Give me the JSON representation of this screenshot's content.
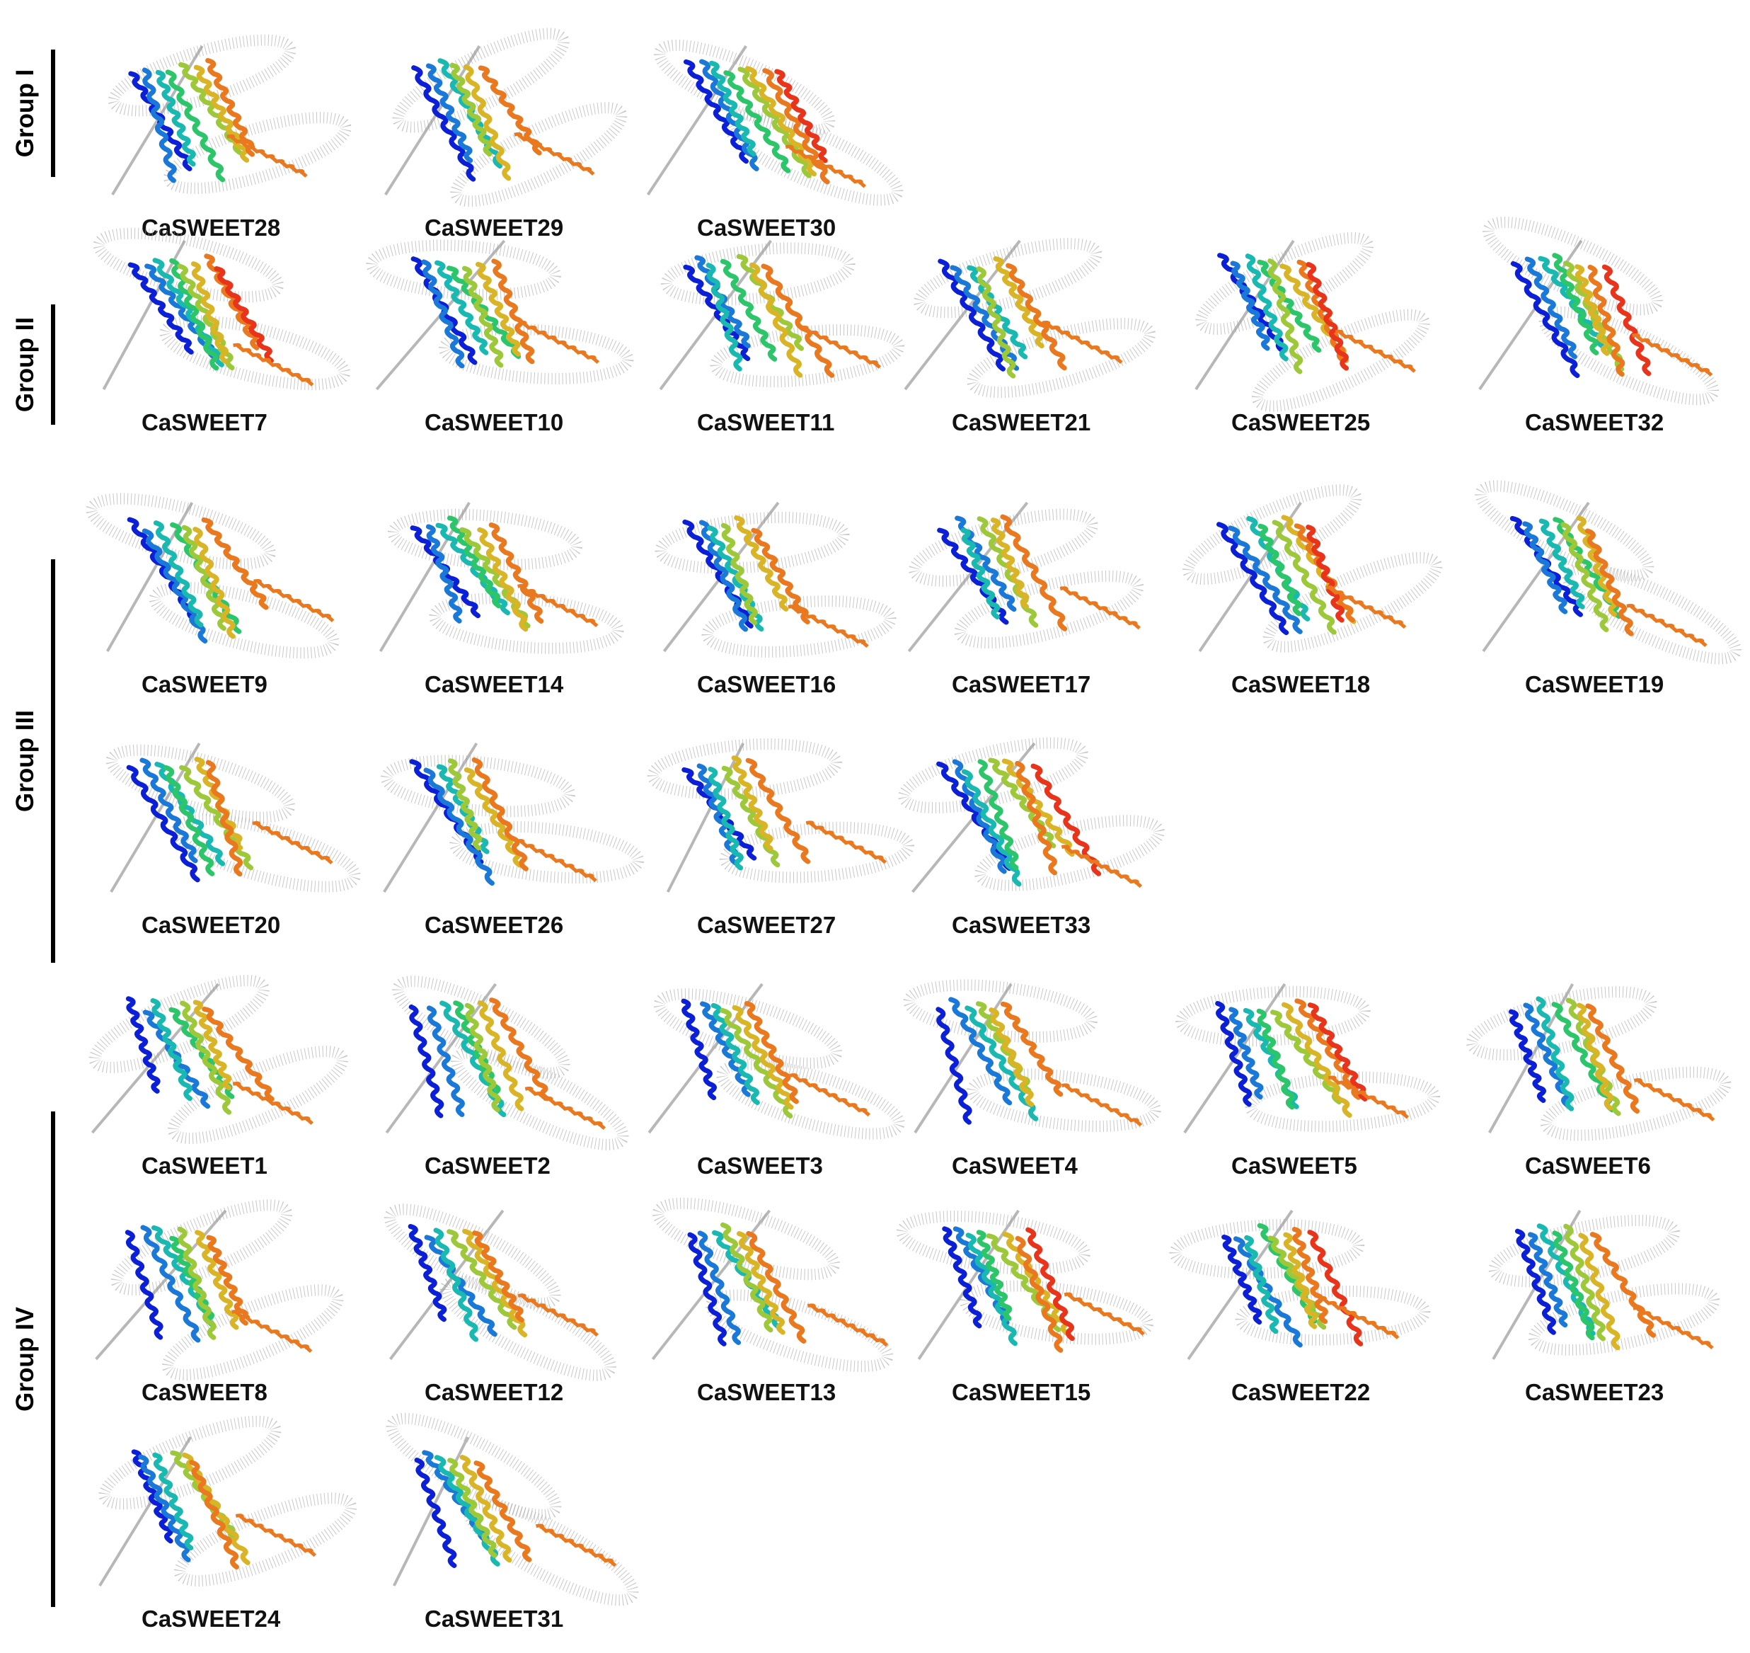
{
  "figure": {
    "groups": [
      {
        "id": "group-1",
        "label": "Group I",
        "rows": [
          [
            "CaSWEET28",
            "CaSWEET29",
            "CaSWEET30"
          ]
        ]
      },
      {
        "id": "group-2",
        "label": "Group II",
        "rows": [
          [
            "CaSWEET7",
            "CaSWEET10",
            "CaSWEET11",
            "CaSWEET21",
            "CaSWEET25",
            "CaSWEET32"
          ]
        ]
      },
      {
        "id": "group-3",
        "label": "Group III",
        "rows": [
          [
            "CaSWEET9",
            "CaSWEET14",
            "CaSWEET16",
            "CaSWEET17",
            "CaSWEET18",
            "CaSWEET19"
          ],
          [
            "CaSWEET20",
            "CaSWEET26",
            "CaSWEET27",
            "CaSWEET33"
          ]
        ]
      },
      {
        "id": "group-4",
        "label": "Group IV",
        "rows": [
          [
            "CaSWEET1",
            "CaSWEET2",
            "CaSWEET3",
            "CaSWEET4",
            "CaSWEET5",
            "CaSWEET6"
          ],
          [
            "CaSWEET8",
            "CaSWEET12",
            "CaSWEET13",
            "CaSWEET15",
            "CaSWEET22",
            "CaSWEET23"
          ],
          [
            "CaSWEET24",
            "CaSWEET31"
          ]
        ]
      }
    ],
    "structure_icon": "protein-ribbon-icon",
    "membrane_icon": "membrane-disc-icon",
    "colors": {
      "text": "#111111",
      "bar": "#000000",
      "membrane": "#9a9a9a",
      "ribbon_gradient": [
        "#0b1fd6",
        "#1a78d8",
        "#19b8b0",
        "#2cc56a",
        "#9cc83a",
        "#d9b426",
        "#e9781e",
        "#e8341a"
      ]
    }
  }
}
